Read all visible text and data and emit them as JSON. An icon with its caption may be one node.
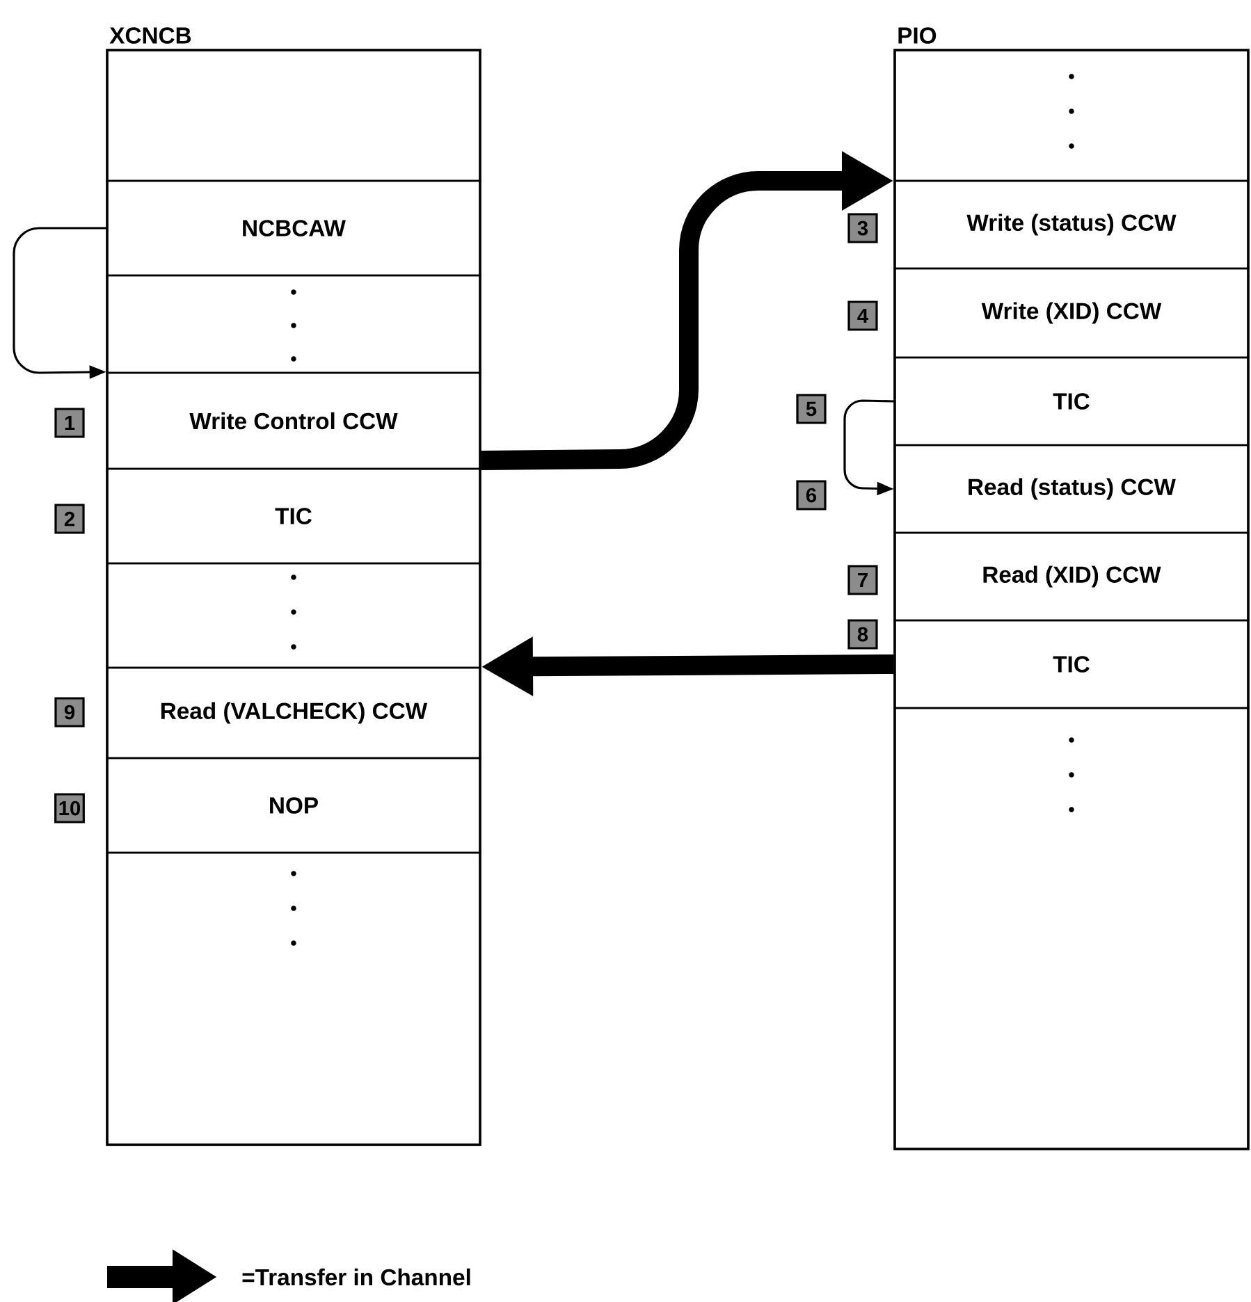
{
  "diagram": {
    "nodes": [
      {
        "text": [
          "XCNCB"
        ]
      },
      {
        "text": [],
        "shape": "box",
        "in": 0
      },
      {
        "text": [
          "NCBCAW"
        ],
        "in": 0
      },
      {
        "text": [],
        "shape": "box",
        "in": 0
      },
      {
        "text": [
          "Write Control CCW"
        ],
        "beside": [
          "1"
        ],
        "in": 0
      },
      {
        "text": [
          "TIC"
        ],
        "beside": [
          "2"
        ],
        "in": 0
      },
      {
        "text": [],
        "shape": "box",
        "in": 0
      },
      {
        "text": [
          "Read (VALCHECK) CCW"
        ],
        "beside": [
          "9"
        ],
        "in": 0
      },
      {
        "text": [
          "NOP"
        ],
        "beside": [
          "10"
        ],
        "in": 0
      },
      {
        "text": [],
        "shape": "box",
        "in": 0
      },
      {
        "text": [
          "PIO"
        ]
      },
      {
        "text": [],
        "shape": "box",
        "in": 10
      },
      {
        "text": [
          "Write (status) CCW"
        ],
        "beside": [
          "3"
        ],
        "in": 10
      },
      {
        "text": [
          "Write (XID) CCW"
        ],
        "beside": [
          "4"
        ],
        "in": 10
      },
      {
        "text": [
          "TIC"
        ],
        "beside": [
          "5"
        ],
        "in": 10
      },
      {
        "text": [
          "Read (status) CCW"
        ],
        "beside": [
          "6"
        ],
        "in": 10
      },
      {
        "text": [
          "Read (XID) CCW"
        ],
        "beside": [
          "7"
        ],
        "in": 10
      },
      {
        "text": [
          "TIC"
        ],
        "beside": [
          "8"
        ],
        "in": 10
      },
      {
        "text": [],
        "shape": "box",
        "in": 10
      }
    ],
    "edges": [
      {
        "from": 2,
        "to": 4,
        "arrow": "to"
      },
      {
        "from": 4,
        "to": 12,
        "arrow": "to",
        "style": "thick"
      },
      {
        "from": 14,
        "to": 15,
        "arrow": "to"
      },
      {
        "from": 17,
        "to": 7,
        "arrow": "to",
        "style": "thick"
      }
    ],
    "legend": [
      {
        "text": "=Transfer in Channel"
      }
    ]
  }
}
